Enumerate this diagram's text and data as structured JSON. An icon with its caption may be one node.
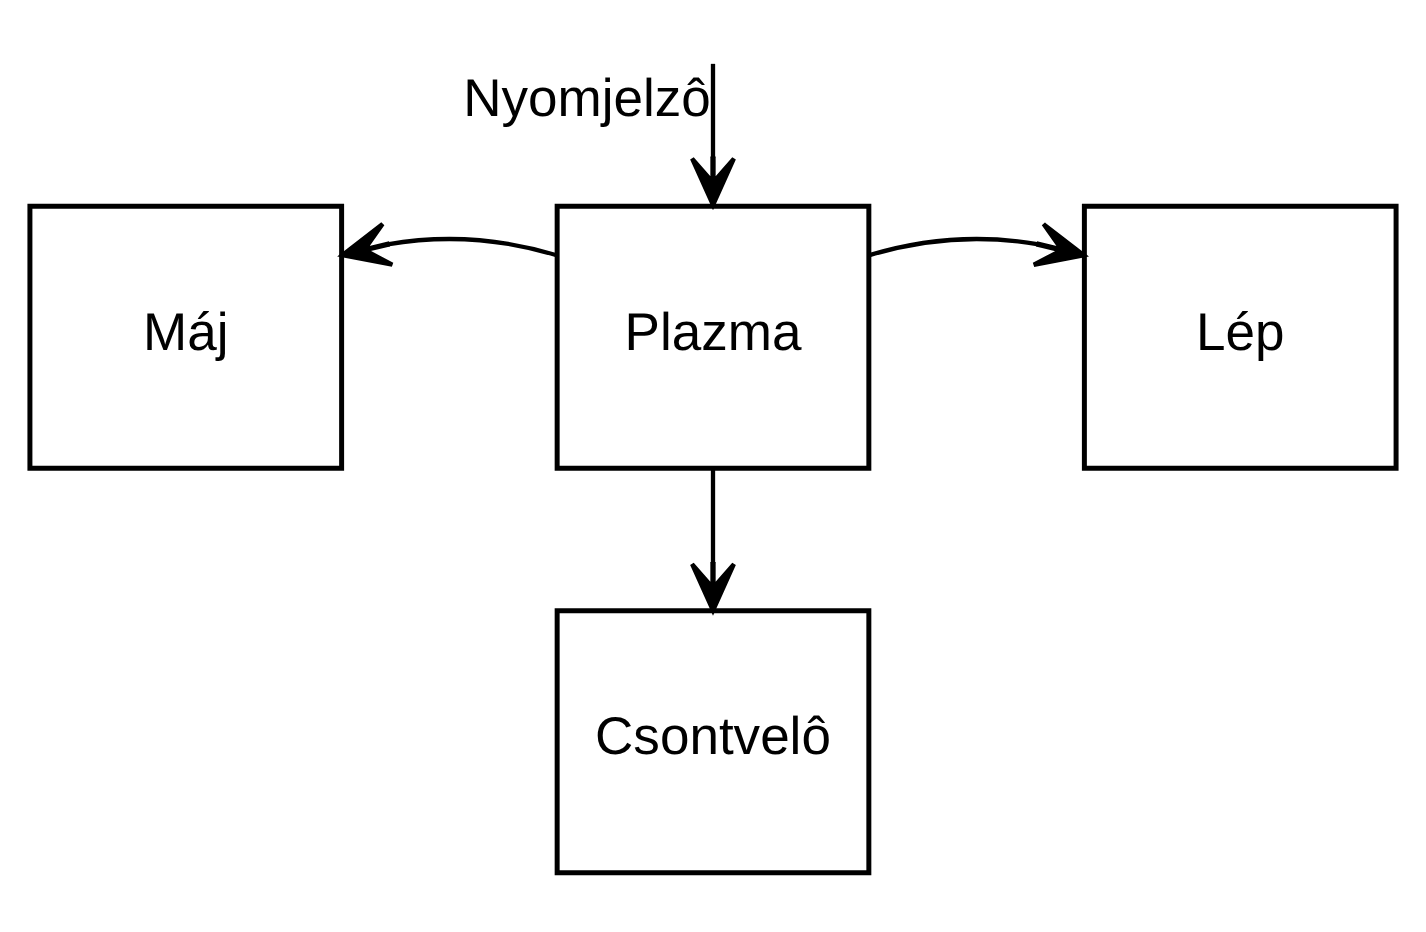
{
  "diagram": {
    "nodes": [
      {
        "text": [
          "Máj"
        ]
      },
      {
        "text": [
          "Plazma"
        ]
      },
      {
        "text": [
          "Lép"
        ]
      },
      {
        "text": [
          "Csontvelô"
        ]
      }
    ],
    "edges": [
      {
        "from": null,
        "to": 1,
        "arrow": "to",
        "label": "Nyomjelzô"
      },
      {
        "from": 1,
        "to": 0,
        "arrow": "to"
      },
      {
        "from": 1,
        "to": 2,
        "arrow": "to"
      },
      {
        "from": 1,
        "to": 3,
        "arrow": "to"
      }
    ]
  }
}
